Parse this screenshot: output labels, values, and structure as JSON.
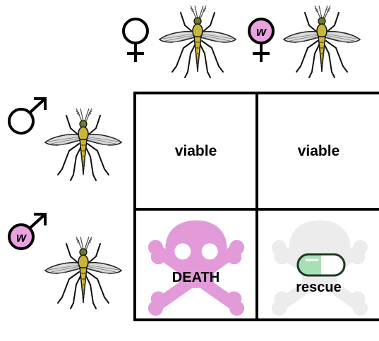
{
  "columns": [
    {
      "sex": "female",
      "wolbachia": false,
      "w_label": ""
    },
    {
      "sex": "female",
      "wolbachia": true,
      "w_label": "w"
    }
  ],
  "rows": [
    {
      "sex": "male",
      "wolbachia": false,
      "w_label": ""
    },
    {
      "sex": "male",
      "wolbachia": true,
      "w_label": "w"
    }
  ],
  "cells": {
    "r1c1": "viable",
    "r1c2": "viable",
    "r2c1": "DEATH",
    "r2c2": "rescue"
  },
  "colors": {
    "wolbachia_fill": "#e9a3df",
    "skull_pink": "#e29ad8",
    "skull_grey": "#ececec",
    "pill_green": "#a8e0b6",
    "pill_white": "#ffffff",
    "mosquito_body": "#c8b23a"
  },
  "icons": [
    "female-symbol",
    "male-symbol",
    "mosquito-icon",
    "skull-crossbones-icon",
    "pill-icon"
  ]
}
